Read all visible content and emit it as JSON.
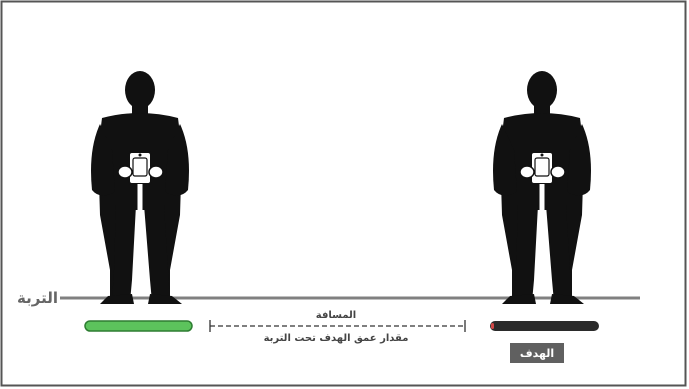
{
  "labels": {
    "soil": "التربة",
    "distance": "المسافة",
    "depth": "مقدار عمق الهدف تحت التربة",
    "target": "الهدف"
  },
  "colors": {
    "frame": "#555555",
    "ground": "#808080",
    "silhouette": "#111111",
    "signal_strong": "#5cc35c",
    "signal_weak": "#2b2b2b",
    "signal_weak_tip": "#d14848",
    "target_badge": "#606060",
    "dashed": "#333333"
  },
  "figures": [
    {
      "name": "person-with-detector-left",
      "signal": "strong"
    },
    {
      "name": "person-with-detector-right",
      "signal": "weak"
    }
  ]
}
